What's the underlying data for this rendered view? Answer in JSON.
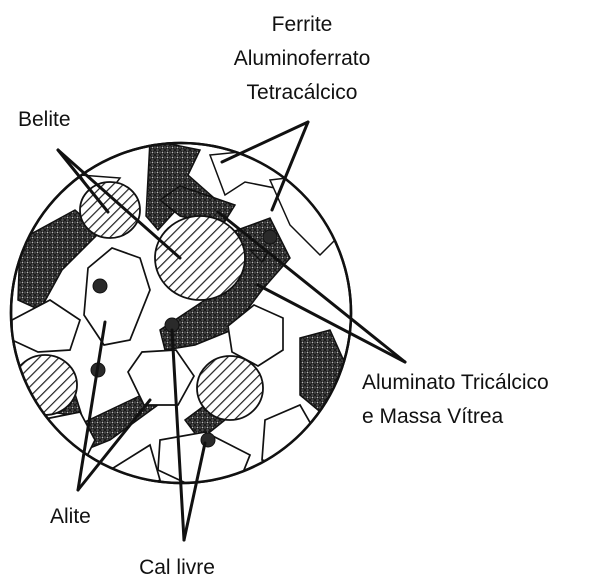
{
  "diagram": {
    "labels": {
      "ferrite": [
        "Ferrite",
        "Aluminoferrato",
        "Tetracálcico"
      ],
      "belite": "Belite",
      "aluminate": [
        "Aluminato Tricálcico",
        "e Massa Vítrea"
      ],
      "alite": "Alite",
      "free_lime": "Cal livre"
    },
    "phases": [
      {
        "name": "Ferrite Aluminoferrato Tetracálcico",
        "fill": "plain white",
        "color": "#ffffff"
      },
      {
        "name": "Belite",
        "fill": "diagonal hatching",
        "color": "#222222"
      },
      {
        "name": "Aluminato Tricálcico e Massa Vítrea",
        "fill": "dark crosshatch",
        "color": "#3a3a3a"
      },
      {
        "name": "Alite",
        "fill": "polygonal grains",
        "color": "#ffffff"
      },
      {
        "name": "Cal livre",
        "fill": "dark dots",
        "color": "#2a2a2a"
      }
    ],
    "colors": {
      "outline": "#111111",
      "background": "#ffffff"
    }
  }
}
